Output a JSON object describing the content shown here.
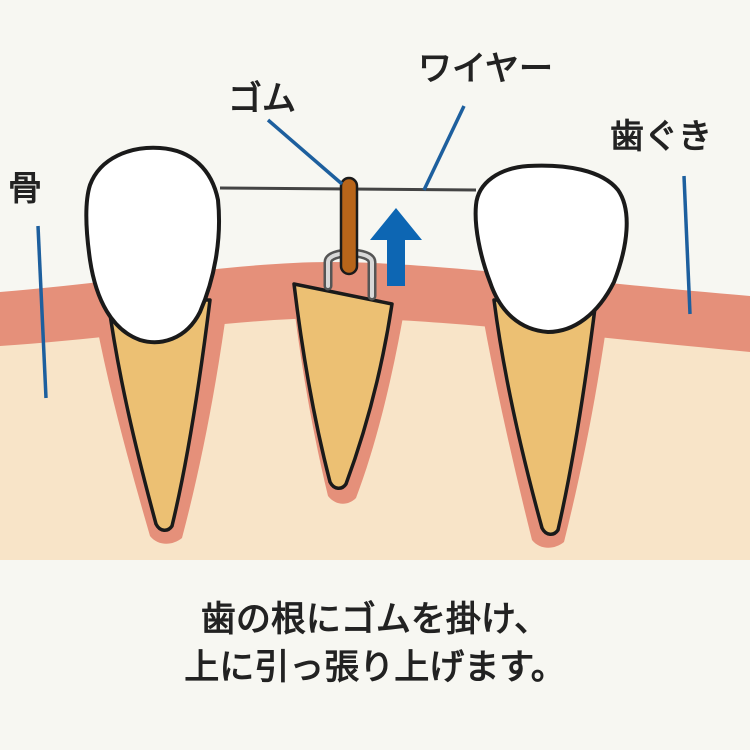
{
  "labels": {
    "rubber": "ゴム",
    "wire": "ワイヤー",
    "gingiva": "歯ぐき",
    "bone": "骨"
  },
  "caption": {
    "line1": "歯の根にゴムを掛け、",
    "line2": "上に引っ張り上げます。"
  },
  "colors": {
    "background": "#f7f7f2",
    "bone": "#f8e4c8",
    "gingiva": "#e5907a",
    "root": "#ecc073",
    "crown": "#ffffff",
    "elastic": "#b8651a",
    "arrow": "#0d66b3",
    "leader_line": "#1d5f9e",
    "outline": "#1a1a1a"
  },
  "icons": {
    "direction": "up-arrow-icon"
  }
}
